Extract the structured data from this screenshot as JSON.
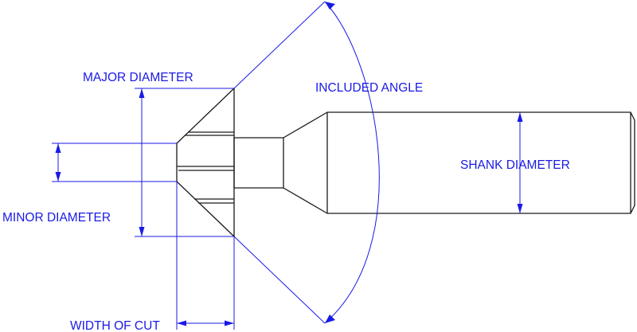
{
  "labels": {
    "major_diameter": "MAJOR DIAMETER",
    "included_angle": "INCLUDED ANGLE",
    "minor_diameter": "MINOR DIAMETER",
    "shank_diameter": "SHANK DIAMETER",
    "width_of_cut": "WIDTH OF CUT"
  },
  "colors": {
    "dimension": "#1a1ae6",
    "outline": "#1a1a1a",
    "background": "#ffffff"
  }
}
